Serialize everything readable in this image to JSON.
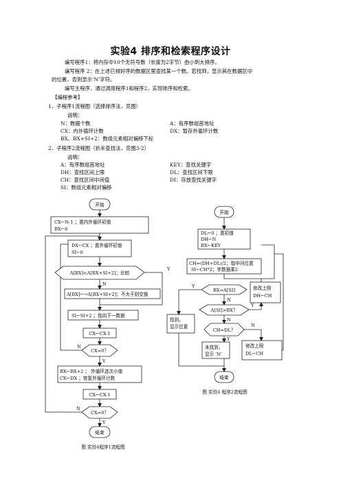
{
  "doc": {
    "title": "实验4    排序和检索程序设计",
    "intro": [
      "编写程序1：将内存中10个无符号数（长度为2字节）由小到大排序。",
      "编写程序 2：在上述已排好序的数据区里查找某一个数。若找到，显示其在数据区中",
      "的位置，否则显示‘N’字符。",
      "编写主程序，通过调用程序1和程序2，实现排序和检索。"
    ],
    "ref_header": "【编程参考】",
    "sec1": {
      "heading": "1．子程序1流程图（选择排序法，见图）",
      "desc": "说明：",
      "rows": [
        [
          "N：数据个数",
          "A：有序数组首地址"
        ],
        [
          "CX：内外循环计数",
          "DX：暂存外循环计数"
        ]
      ],
      "last": "BX、BX+SI+2：数组元素相对偏移下标"
    },
    "sec2": {
      "heading": "2．子程序2流程图（折半查找法，见图3-2）",
      "desc": "说明：",
      "rows": [
        [
          "A：有序数组首地址",
          "KEY：查找关键字"
        ],
        [
          "DH：查找区间上限",
          "DL：查找区间下限"
        ],
        [
          "CH：查找区间中间值",
          "DI：存放查找关键字"
        ]
      ],
      "last": "SI：数组元素相对偏移"
    }
  },
  "flow1": {
    "start": "开始",
    "init_outer": [
      "CX←N-1 ；置内外循环初值",
      "BX←0"
    ],
    "init_inner": [
      "DX←CX ；置外循环初值",
      "SI←0"
    ],
    "compare": "A[BX]<A[BX+SI+2]；比较",
    "swap": "A[BX]←→A[BX+SI+2]；不大于则交换",
    "next": "SI←SI+2 ；指向下一数据",
    "dec1": "CX←CX-1",
    "cond1": "CX=0？",
    "outer_update": [
      "BX←BX+2 ；  外循环选次小值",
      "CX←DX   ；恢复外循环计数"
    ],
    "dec2": "CX←CX-1",
    "cond2": "CX=0？",
    "end": "结束",
    "caption": "图  实验4程序1流程图",
    "yes": "Y",
    "no": "N"
  },
  "flow2": {
    "start": "开始",
    "init": [
      "DL←0     ；置初值",
      "DH←N",
      "BX←KEY"
    ],
    "mid": [
      "CH=(DH+DL)/2；取中间位置",
      "SI←CH*2；字数据乘2"
    ],
    "cond_eq": "BX=A[SI]",
    "cond_lt": "A[SI]>BX？",
    "cond_ch": "CH=DL？",
    "found": [
      "找到，",
      "显示位置"
    ],
    "upper": [
      "修改上限",
      "DH←CH"
    ],
    "notfound": [
      "未找到，",
      "显示 ‘N’"
    ],
    "lower": [
      "修改上限",
      "DL←CH"
    ],
    "end": "结束",
    "caption": "图  实验4   程序2流程图",
    "yes": "Y",
    "no": "N"
  }
}
